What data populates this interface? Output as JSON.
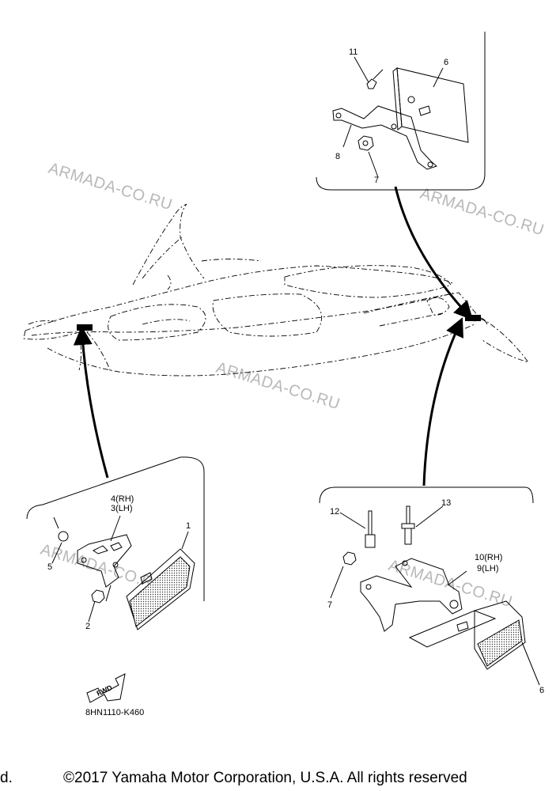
{
  "watermarks": [
    "ARMADA-CO.RU",
    "ARMADA-CO.RU",
    "ARMADA-CO.RU",
    "ARMADA-CO.RU",
    "ARMADA-CO.RU"
  ],
  "callouts": {
    "top": [
      "11",
      "6",
      "8",
      "7"
    ],
    "left": [
      "4(RH)",
      "3(LH)",
      "1",
      "5",
      "2"
    ],
    "right": [
      "12",
      "13",
      "10(RH)",
      "9(LH)",
      "7",
      "6"
    ]
  },
  "fwd_label": "FWD",
  "ref_code": "8HN1110-K460",
  "copyright": {
    "left_fragment": "d.",
    "text": "©2017 Yamaha Motor Corporation, U.S.A. All rights reserved"
  }
}
